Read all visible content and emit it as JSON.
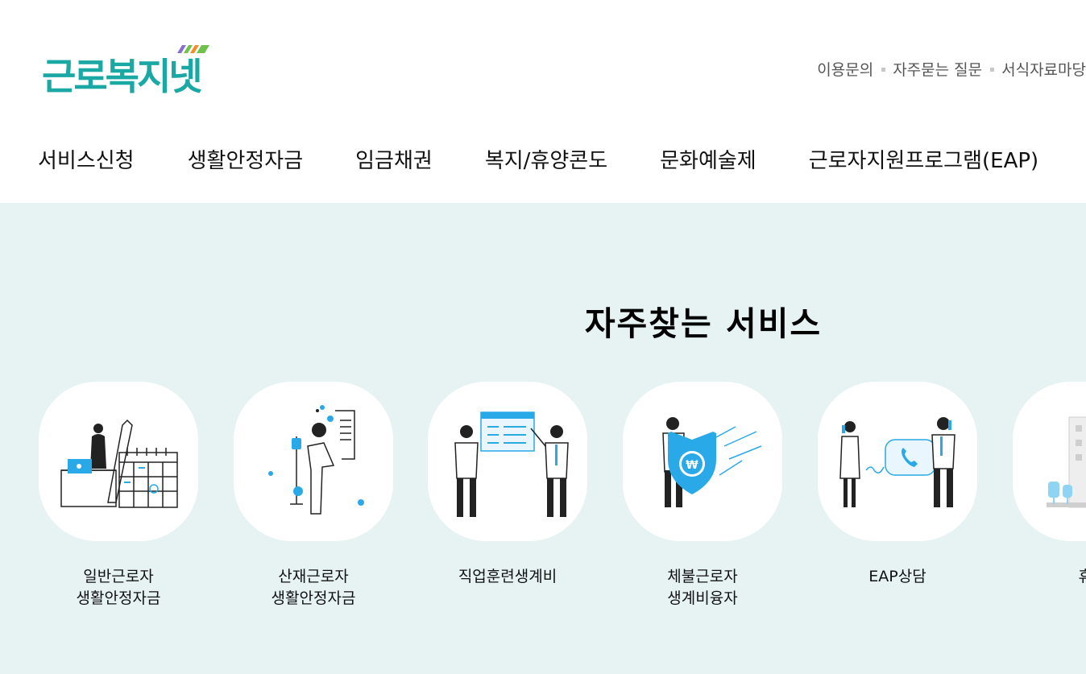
{
  "header": {
    "logo": {
      "text": "근로복지넷",
      "colors": {
        "primary": "#1aa8a5",
        "secondary": "#333333",
        "stripe_purple": "#8a6fd0",
        "stripe_green": "#6ec14c",
        "stripe_orange": "#f28c28"
      }
    },
    "util_links": [
      {
        "label": "이용문의"
      },
      {
        "label": "자주묻는 질문"
      },
      {
        "label": "서식자료마당"
      }
    ]
  },
  "gnb": {
    "items": [
      {
        "label": "서비스신청"
      },
      {
        "label": "생활안정자금"
      },
      {
        "label": "임금채권"
      },
      {
        "label": "복지/휴양콘도"
      },
      {
        "label": "문화예술제"
      },
      {
        "label": "근로자지원프로그램(EAP)"
      }
    ]
  },
  "main": {
    "background": "#e7f3f3",
    "title": "자주찾는 서비스",
    "services": [
      {
        "lines": [
          "일반근로자",
          "생활안정자금"
        ],
        "icon": "calendar-worker-icon"
      },
      {
        "lines": [
          "산재근로자",
          "생활안정자금"
        ],
        "icon": "injured-worker-iv-icon"
      },
      {
        "lines": [
          "직업훈련생계비"
        ],
        "icon": "training-board-icon"
      },
      {
        "lines": [
          "체불근로자",
          "생계비융자"
        ],
        "icon": "won-shield-icon"
      },
      {
        "lines": [
          "EAP상담"
        ],
        "icon": "phone-counseling-icon"
      },
      {
        "lines": [
          "휴양"
        ],
        "icon": "resort-building-icon"
      }
    ]
  },
  "colors": {
    "accent_blue": "#2aa9e8",
    "line": "#222222"
  }
}
